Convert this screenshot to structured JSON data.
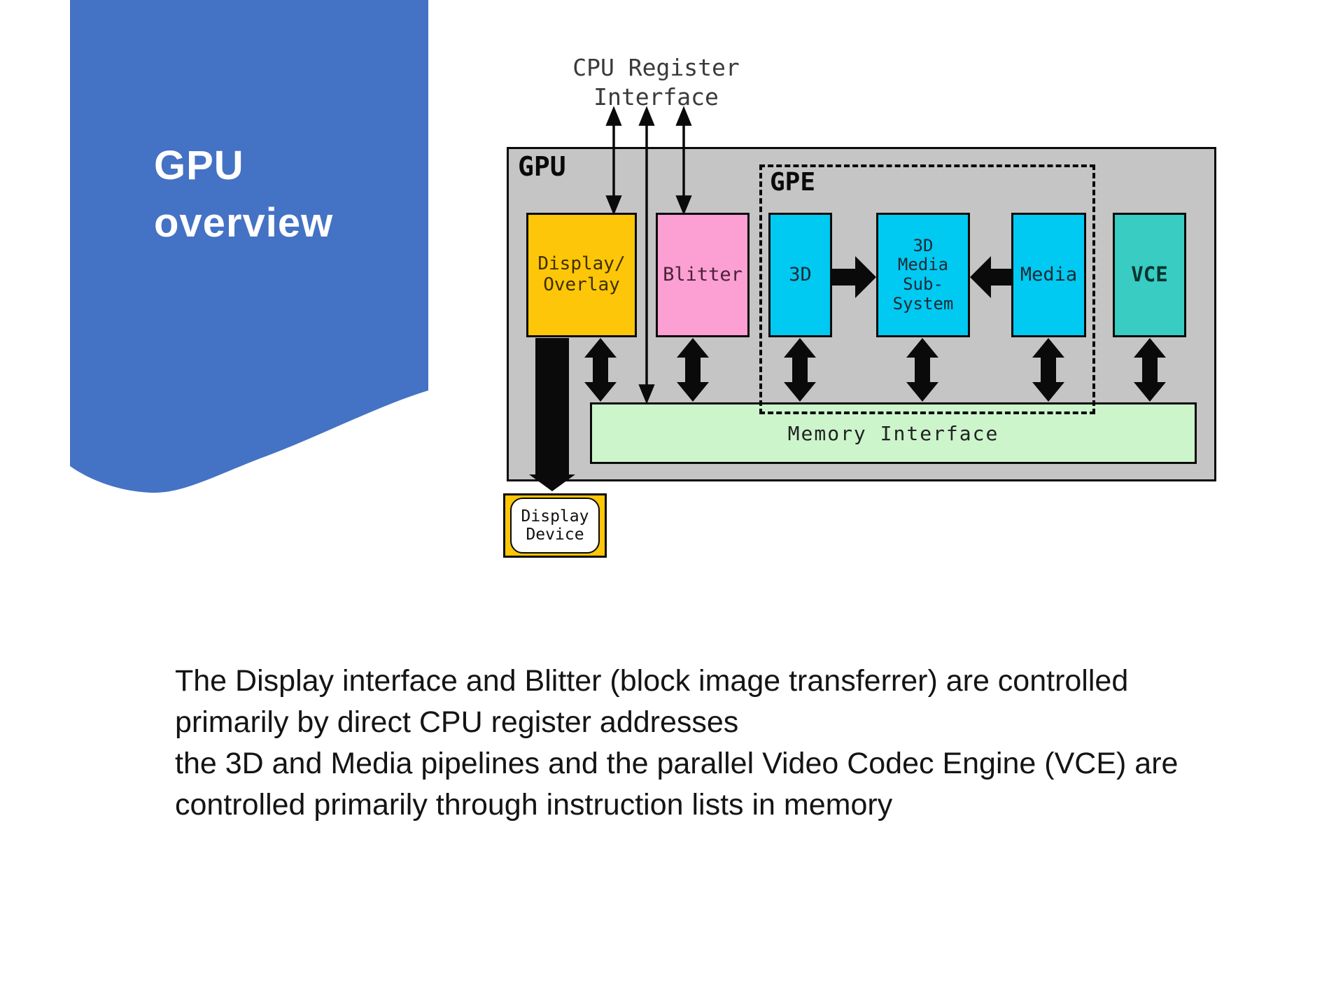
{
  "title": {
    "line1": "GPU",
    "line2": "overview"
  },
  "diagram": {
    "cpu_register_interface": {
      "line1": "CPU Register",
      "line2": "Interface"
    },
    "gpu_label": "GPU",
    "gpe_label": "GPE",
    "blocks": {
      "display_overlay": {
        "line1": "Display/",
        "line2": "Overlay"
      },
      "blitter": "Blitter",
      "three_d": "3D",
      "three_d_media_subsystem": {
        "line1": "3D",
        "line2": "Media",
        "line3": "Sub-",
        "line4": "System"
      },
      "media": "Media",
      "vce": "VCE"
    },
    "memory_interface": "Memory Interface",
    "display_device": {
      "line1": "Display",
      "line2": "Device"
    },
    "colors": {
      "accent_blue": "#4472C4",
      "gpu_gray": "#C5C5C5",
      "display_yellow": "#FDC608",
      "blitter_pink": "#FC9FD2",
      "pipeline_cyan": "#00C9F2",
      "vce_teal": "#38CCC2",
      "memory_green": "#CCF5CC",
      "line_black": "#0a0a0a"
    }
  },
  "body": {
    "line1": "The Display interface and Blitter (block image transferrer) are controlled",
    "line2": "primarily by direct CPU register addresses",
    "line3": "the 3D and Media pipelines and the parallel Video Codec Engine (VCE) are",
    "line4": "controlled primarily through instruction lists in memory"
  }
}
